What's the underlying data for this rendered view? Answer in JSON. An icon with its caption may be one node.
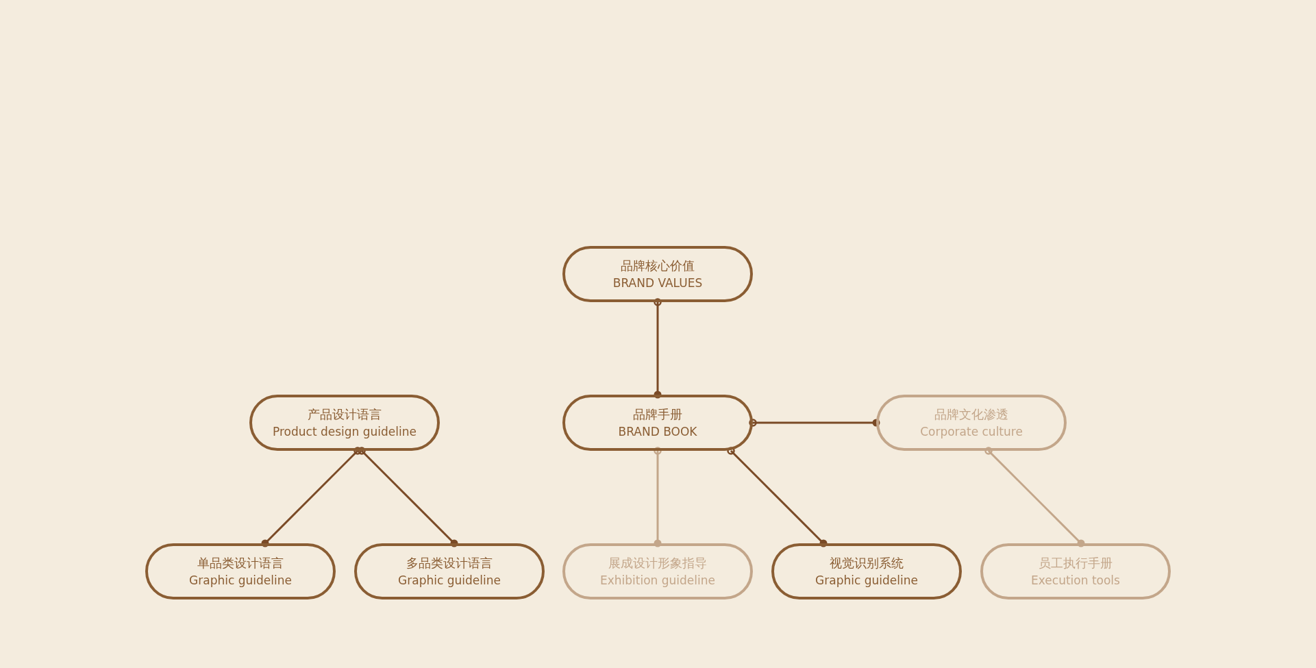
{
  "diagram": {
    "nodes": [
      {
        "text": [
          "品牌核心价值",
          "BRAND VALUES"
        ]
      },
      {
        "text": [
          "产品设计语言",
          "Product design guideline"
        ]
      },
      {
        "text": [
          "品牌手册",
          "BRAND BOOK"
        ]
      },
      {
        "text": [
          "品牌文化渗透",
          "Corporate culture"
        ]
      },
      {
        "text": [
          "单品类设计语言",
          "Graphic guideline"
        ]
      },
      {
        "text": [
          "多品类设计语言",
          "Graphic guideline"
        ]
      },
      {
        "text": [
          "展成设计形象指导",
          "Exhibition guideline"
        ]
      },
      {
        "text": [
          "视觉识别系统",
          "Graphic guideline"
        ]
      },
      {
        "text": [
          "员工执行手册",
          "Execution tools"
        ]
      }
    ],
    "edges": [
      {
        "from": 0,
        "to": 2,
        "arrow": "other"
      },
      {
        "from": 2,
        "to": 3,
        "arrow": "other"
      },
      {
        "from": 1,
        "to": 4,
        "arrow": "other"
      },
      {
        "from": 1,
        "to": 5,
        "arrow": "other"
      },
      {
        "from": 2,
        "to": 6,
        "arrow": "other",
        "color": "#c3a68a"
      },
      {
        "from": 2,
        "to": 7,
        "arrow": "other"
      },
      {
        "from": 3,
        "to": 8,
        "arrow": "other",
        "color": "#c3a68a"
      }
    ]
  }
}
